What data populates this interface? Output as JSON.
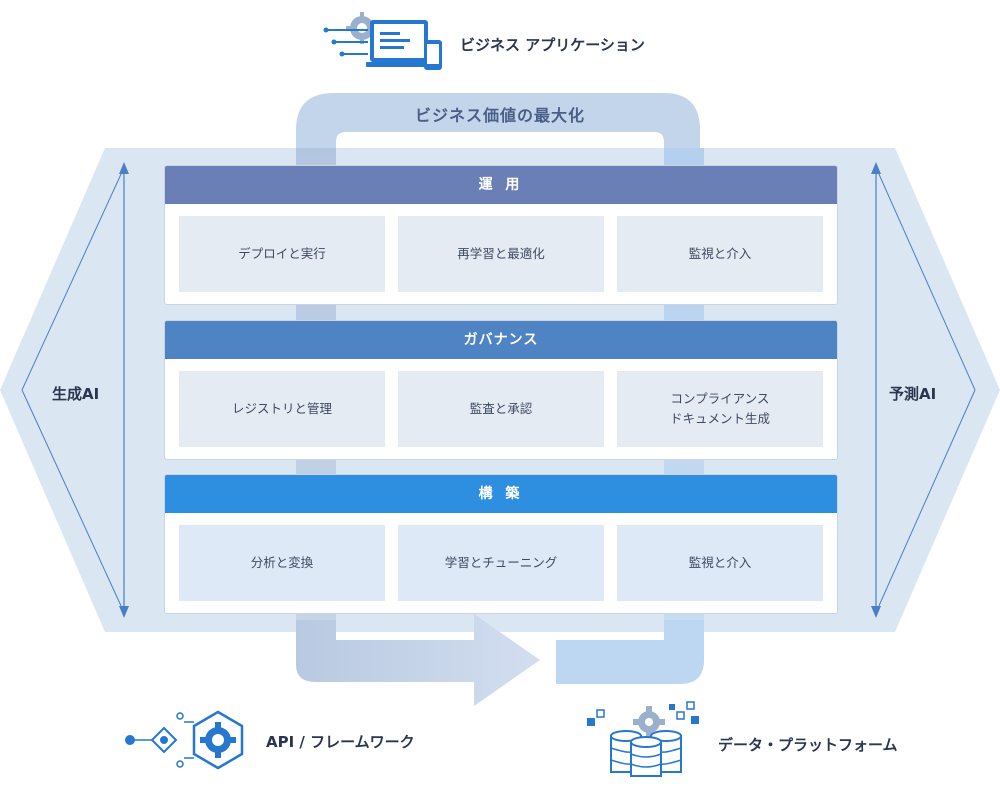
{
  "diagram": {
    "top_label": "ビジネス アプリケーション",
    "loop_label": "ビジネス価値の最大化",
    "left_label": "生成AI",
    "right_label": "予測AI",
    "bottom_left_label": "API / フレームワーク",
    "bottom_right_label": "データ・プラットフォーム",
    "layers": [
      {
        "title": "運 用",
        "color": "#6a7fb5",
        "cells": [
          {
            "lines": [
              "デプロイと実行"
            ]
          },
          {
            "lines": [
              "再学習と最適化"
            ]
          },
          {
            "lines": [
              "監視と介入"
            ]
          }
        ]
      },
      {
        "title": "ガバナンス",
        "color": "#4f84c4",
        "cells": [
          {
            "lines": [
              "レジストリと管理"
            ]
          },
          {
            "lines": [
              "監査と承認"
            ]
          },
          {
            "lines": [
              "コンプライアンス",
              "ドキュメント生成"
            ]
          }
        ]
      },
      {
        "title": "構 築",
        "color": "#2e8ee0",
        "cells": [
          {
            "lines": [
              "分析と変換"
            ]
          },
          {
            "lines": [
              "学習とチューニング"
            ]
          },
          {
            "lines": [
              "監視と介入"
            ]
          }
        ]
      }
    ],
    "icons": [
      "business-app-icon",
      "api-framework-icon",
      "data-platform-icon"
    ],
    "colors": {
      "hexagon": "#dbe6f3",
      "loop_dark": "#b2c7e2",
      "loop_light": "#c5daf2",
      "accent": "#1f77d0",
      "text_dark": "#2a3550"
    }
  }
}
